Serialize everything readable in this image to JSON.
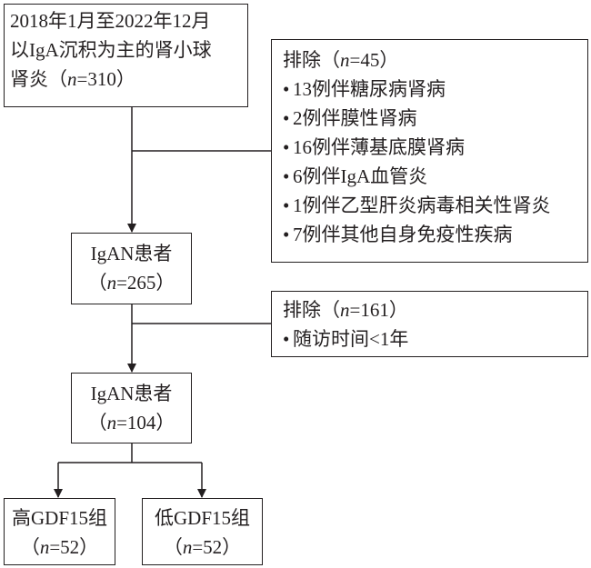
{
  "start": {
    "line1": "2018年1月至2022年12月",
    "line2": "以IgA沉积为主的肾小球",
    "line3_pre": "肾炎（",
    "n_var": "n",
    "line3_post": "=310）"
  },
  "exclusion1": {
    "title_pre": "排除（",
    "n_var": "n",
    "title_post": "=45）",
    "bullet": "•",
    "items": [
      "13例伴糖尿病肾病",
      "2例伴膜性肾病",
      "16例伴薄基底膜肾病",
      "6例伴IgA血管炎",
      "1例伴乙型肝炎病毒相关性肾炎",
      "7例伴其他自身免疫性疾病"
    ]
  },
  "igan1": {
    "title": "IgAN患者",
    "count_pre": "（",
    "n_var": "n",
    "count_post": "=265）"
  },
  "exclusion2": {
    "title_pre": "排除（",
    "n_var": "n",
    "title_post": "=161）",
    "bullet": "•",
    "items": [
      "随访时间<1年"
    ]
  },
  "igan2": {
    "title": "IgAN患者",
    "count_pre": "（",
    "n_var": "n",
    "count_post": "=104）"
  },
  "high_group": {
    "title": "高GDF15组",
    "count_pre": "（",
    "n_var": "n",
    "count_post": "=52）"
  },
  "low_group": {
    "title": "低GDF15组",
    "count_pre": "（",
    "n_var": "n",
    "count_post": "=52）"
  },
  "colors": {
    "stroke": "#231f20",
    "background": "#ffffff"
  }
}
